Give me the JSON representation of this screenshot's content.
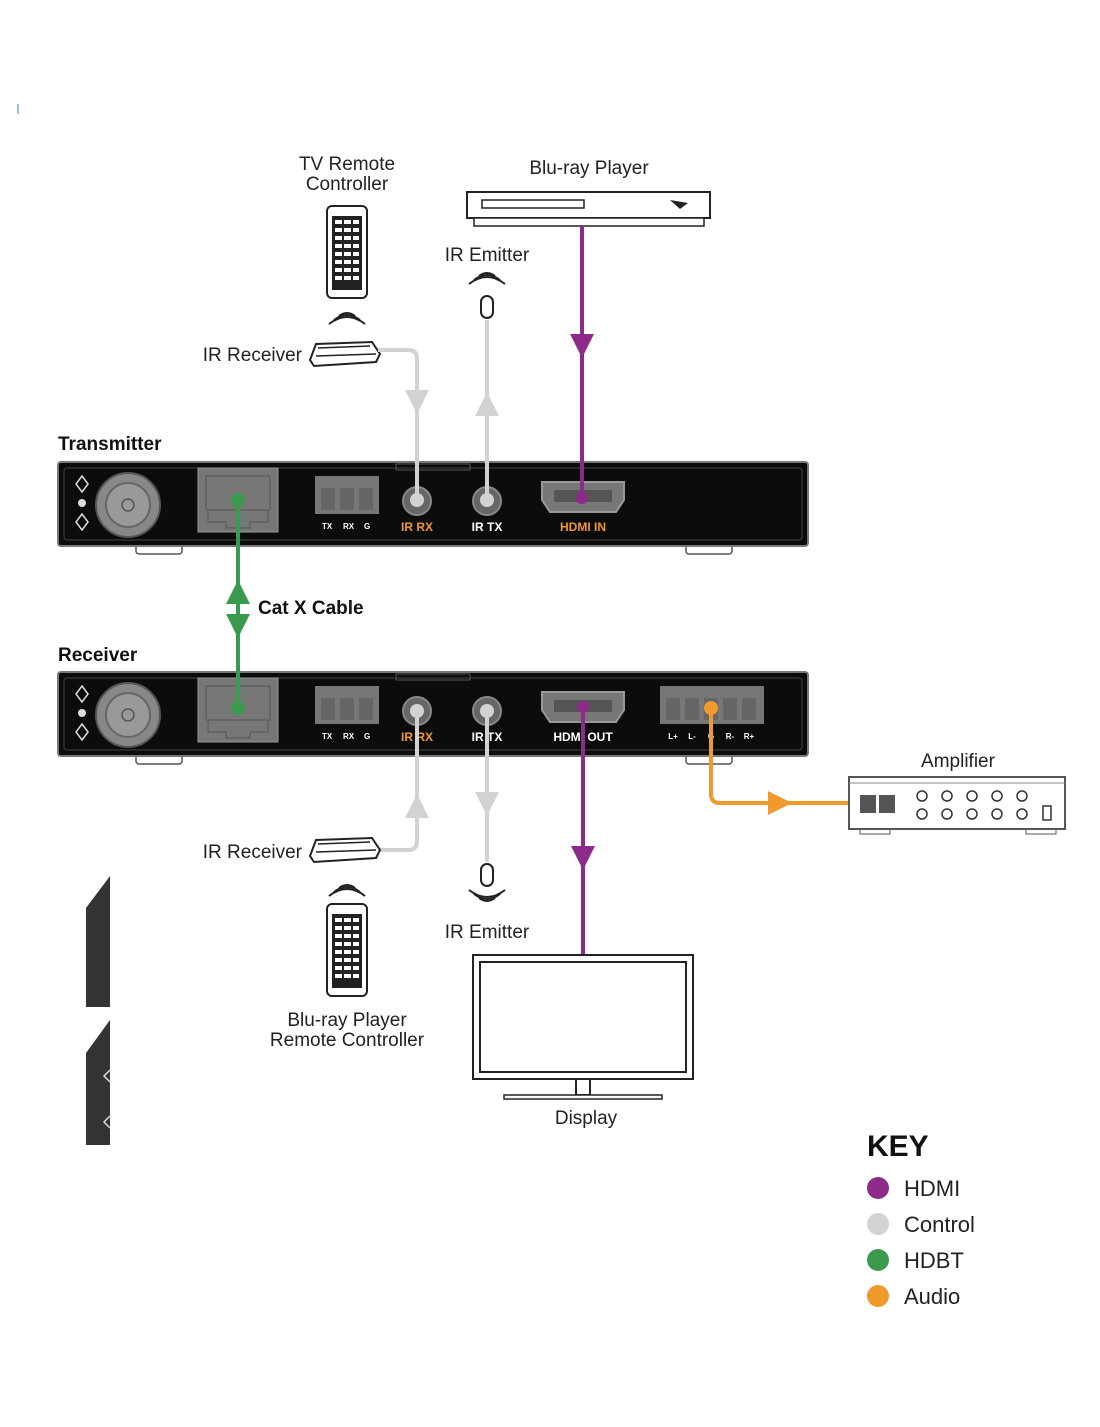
{
  "colors": {
    "hdmi": "#8e2a8a",
    "control": "#d2d2d2",
    "hdbt": "#3a9a4e",
    "audio": "#f0992d",
    "device": "#0c0c0c"
  },
  "labels": {
    "tv_remote": [
      "TV Remote",
      "Controller"
    ],
    "bluray_player": "Blu-ray Player",
    "ir_emitter_top": "IR Emitter",
    "ir_receiver_top": "IR Receiver",
    "transmitter": "Transmitter",
    "cable": "Cat X Cable",
    "receiver": "Receiver",
    "amplifier": "Amplifier",
    "ir_receiver_bottom": "IR Receiver",
    "ir_emitter_bottom": "IR Emitter",
    "bluray_remote": [
      "Blu-ray Player",
      "Remote Controller"
    ],
    "display": "Display"
  },
  "transmitter_ports": {
    "tx": "TX",
    "rx": "RX",
    "g": "G",
    "ir_rx": "IR RX",
    "ir_tx": "IR TX",
    "hdmi": "HDMI IN"
  },
  "receiver_ports": {
    "tx": "TX",
    "rx": "RX",
    "g": "G",
    "ir_rx": "IR RX",
    "ir_tx": "IR TX",
    "hdmi": "HDMI OUT",
    "audio": [
      "L+",
      "L-",
      "G",
      "R-",
      "R+"
    ]
  },
  "key": {
    "title": "KEY",
    "items": [
      {
        "label": "HDMI",
        "color": "#8e2a8a"
      },
      {
        "label": "Control",
        "color": "#d2d2d2"
      },
      {
        "label": "HDBT",
        "color": "#3a9a4e"
      },
      {
        "label": "Audio",
        "color": "#f0992d"
      }
    ]
  }
}
